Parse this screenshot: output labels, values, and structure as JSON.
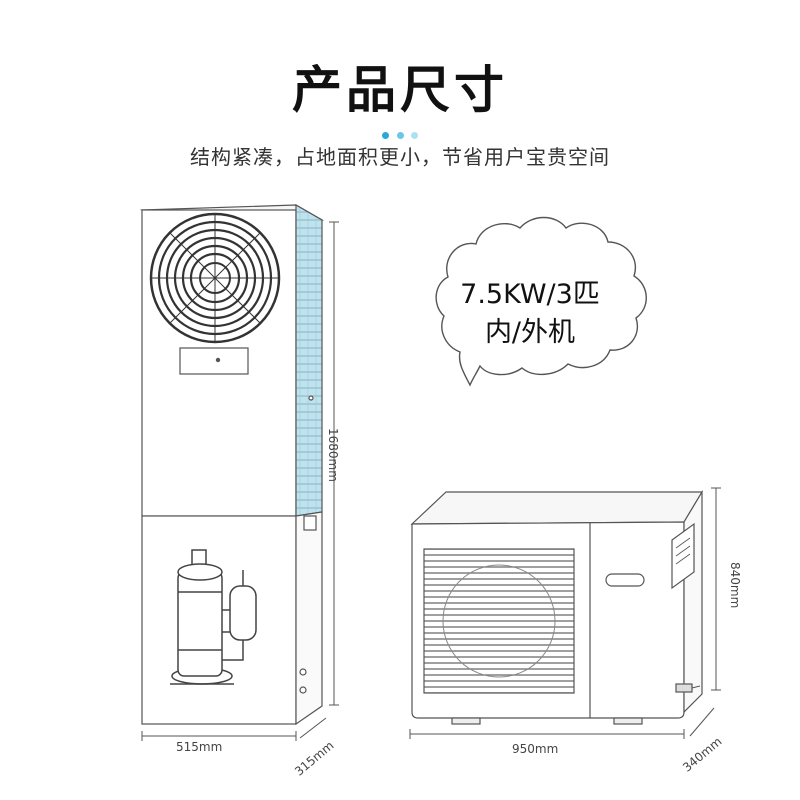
{
  "header": {
    "title": "产品尺寸",
    "subtitle": "结构紧凑，占地面积更小，节省用户宝贵空间"
  },
  "accent_dots": [
    "#2aa8d8",
    "#6cc6e8",
    "#aee0f3"
  ],
  "callout": {
    "line1": "7.5KW/3匹",
    "line2": "内/外机"
  },
  "indoor_unit": {
    "height": "1680mm",
    "width": "515mm",
    "depth": "315mm"
  },
  "outdoor_unit": {
    "height": "840mm",
    "width": "950mm",
    "depth": "340mm"
  },
  "colors": {
    "accent_side": "#bfe3ee",
    "outline": "#555555"
  }
}
